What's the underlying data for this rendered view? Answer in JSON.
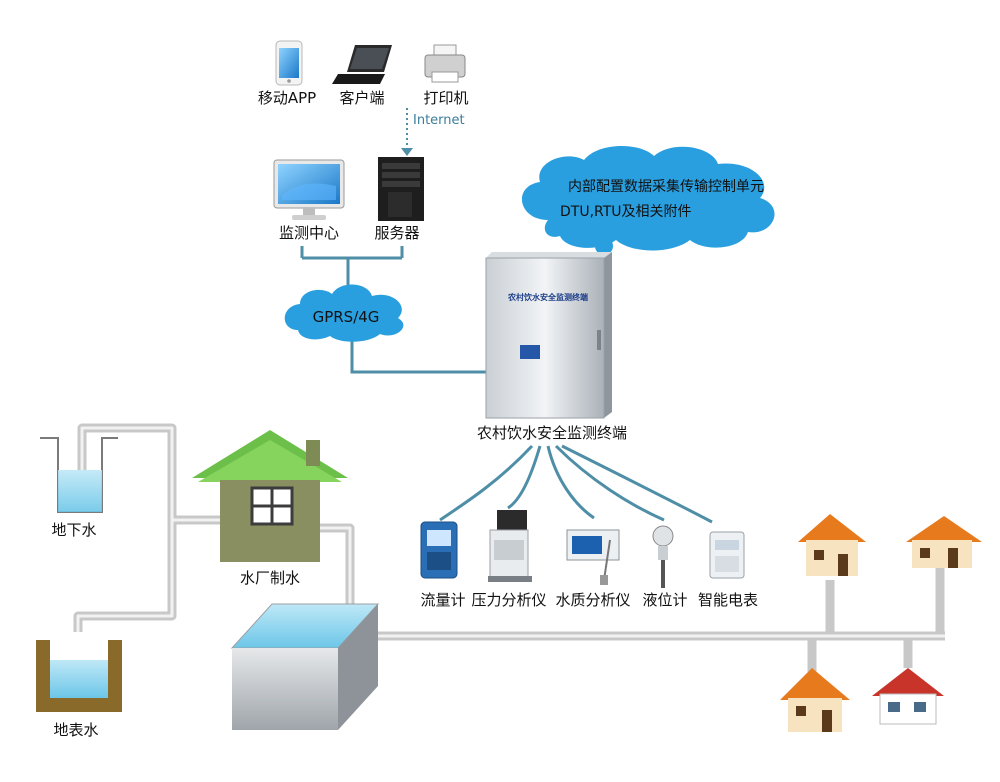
{
  "labels": {
    "mobile_app": "移动APP",
    "client": "客户端",
    "printer": "打印机",
    "internet": "Internet",
    "monitor_center": "监测中心",
    "server": "服务器",
    "gprs": "GPRS/4G",
    "terminal": "农村饮水安全监测终端",
    "cabinet_title": "农村饮水安全监测终端",
    "groundwater": "地下水",
    "surface_water": "地表水",
    "water_plant": "水厂制水",
    "flowmeter": "流量计",
    "pressure": "压力分析仪",
    "water_quality": "水质分析仪",
    "level_meter": "液位计",
    "smart_meter": "智能电表"
  },
  "cloud": {
    "line1": "内部配置数据采集传输控制单元",
    "line2": "DTU,RTU及相关附件"
  },
  "colors": {
    "link_line": "#4e8ea6",
    "pipe": "#d4d4d4",
    "cloud": "#2a9fe0",
    "roof_green": "#6cc04a",
    "brick": "#8a8f62"
  }
}
